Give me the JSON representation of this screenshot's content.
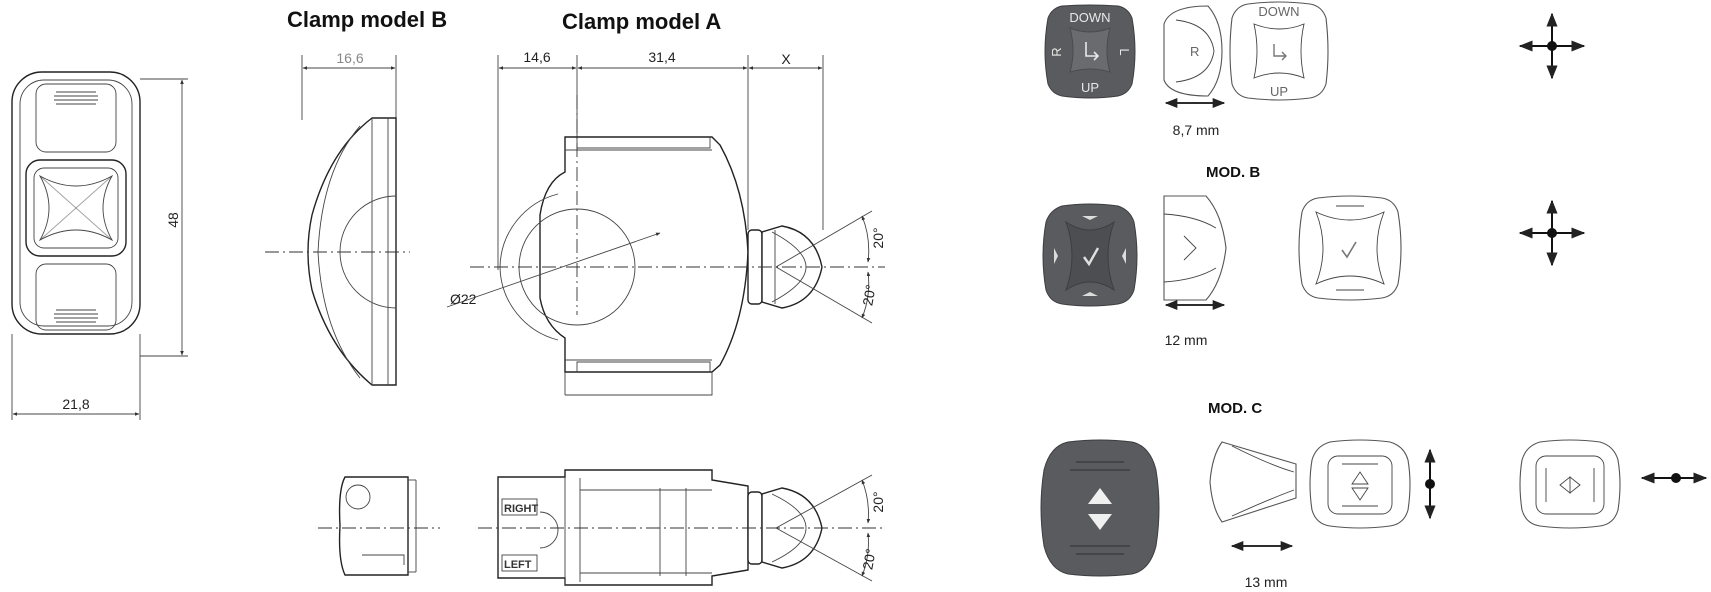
{
  "titles": {
    "model_b": "Clamp model B",
    "model_a": "Clamp model A"
  },
  "dimensions": {
    "front_height": "48",
    "front_width": "21,8",
    "b_width": "16,6",
    "a_left": "14,6",
    "a_mid": "31,4",
    "a_x": "X",
    "diameter": "Ø22",
    "angle_up_side": "20°",
    "angle_down_side": "20°",
    "angle_up_top": "20°",
    "angle_down_top": "20°"
  },
  "modules": {
    "mod_a": {
      "cap_top": "DOWN",
      "cap_bottom": "UP",
      "cap_left": "R",
      "cap_right": "L",
      "side_letter": "R",
      "travel": "8,7 mm"
    },
    "mod_b": {
      "label": "MOD. B",
      "travel": "12 mm"
    },
    "mod_c": {
      "label": "MOD. C",
      "travel": "13 mm"
    }
  },
  "colors": {
    "button_dark": "#5a5b5e",
    "line": "#333333"
  },
  "icons": [
    "four-way-arrows-icon",
    "two-way-vertical-arrows-icon",
    "two-way-horizontal-arrows-icon",
    "double-arrow-icon"
  ]
}
